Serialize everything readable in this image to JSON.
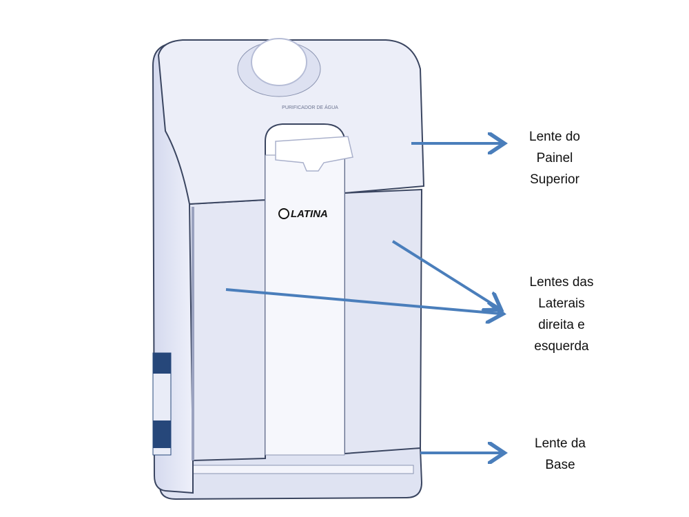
{
  "product": {
    "brand_logo": "LATINA",
    "embossed_text": "PURIFICADOR DE ÁGUA"
  },
  "annotations": {
    "top_panel": [
      "Lente do",
      "Painel",
      "Superior"
    ],
    "side_lenses": [
      "Lentes das",
      "Laterais",
      "direita e",
      "esquerda"
    ],
    "base": [
      "Lente da",
      "Base"
    ]
  },
  "colors": {
    "arrow": "#4a7ebb",
    "body": "#e6e9f6",
    "outline": "#3a4560"
  }
}
